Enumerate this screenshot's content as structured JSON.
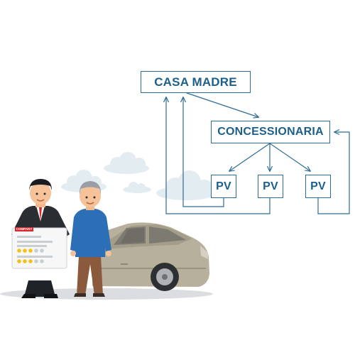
{
  "diagram": {
    "nodes": {
      "head_office": "CASA MADRE",
      "dealership": "CONCESSIONARIA",
      "points_of_sale": [
        "PV",
        "PV",
        "PV"
      ]
    },
    "edges": [
      {
        "from": "CASA MADRE",
        "to": "CONCESSIONARIA"
      },
      {
        "from": "CONCESSIONARIA",
        "to": "PV"
      },
      {
        "from": "CONCESSIONARIA",
        "to": "PV"
      },
      {
        "from": "CONCESSIONARIA",
        "to": "PV"
      },
      {
        "from": "PV",
        "to": "CASA MADRE"
      },
      {
        "from": "PV",
        "to": "CASA MADRE"
      },
      {
        "from": "PV",
        "to": "CONCESSIONARIA"
      }
    ]
  },
  "illustration": {
    "card_brand": "COMPANY",
    "card_rating_stars": 3,
    "card_rating_max": 5
  },
  "colors": {
    "diagram_line": "#2e6c93",
    "diagram_text": "#1d5f8a",
    "car_body": "#b7b09c",
    "cloud": "#e3ecf1",
    "rating_star": "#f2c21b"
  }
}
